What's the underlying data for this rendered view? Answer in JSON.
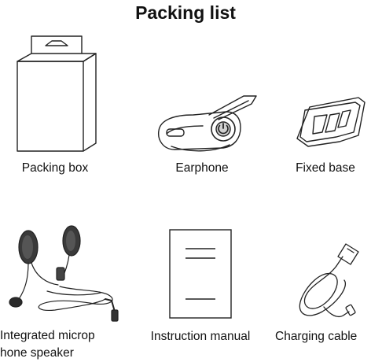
{
  "title": "Packing list",
  "items": [
    {
      "label": "Packing box"
    },
    {
      "label": "Earphone"
    },
    {
      "label": "Fixed base"
    },
    {
      "label_line1": "Integrated microp",
      "label_line2": "hone speaker"
    },
    {
      "label": "Instruction manual"
    },
    {
      "label": "Charging cable"
    }
  ]
}
